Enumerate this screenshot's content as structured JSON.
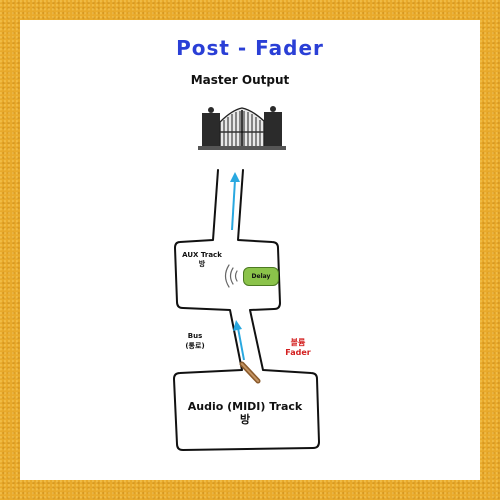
{
  "diagram": {
    "title": "Post - Fader",
    "master_output": "Master Output",
    "aux_track": {
      "line1": "AUX Track",
      "line2": "방"
    },
    "effect": "Delay",
    "bus": {
      "line1": "Bus",
      "line2": "(통로)"
    },
    "fader": {
      "line1": "볼륨",
      "line2": "Fader"
    },
    "source_track": {
      "line1": "Audio (MIDI) Track",
      "line2": "방"
    }
  },
  "colors": {
    "frame": "#e9aa2b",
    "title": "#2a3fd6",
    "arrow": "#29a8e0",
    "fader_text": "#d32020",
    "delay_fill": "#8bc34a",
    "fader_stick": "#8a5a2b"
  },
  "icons": [
    "gate-icon",
    "signal-waves-icon",
    "up-arrow-icon",
    "fader-stick-icon"
  ]
}
